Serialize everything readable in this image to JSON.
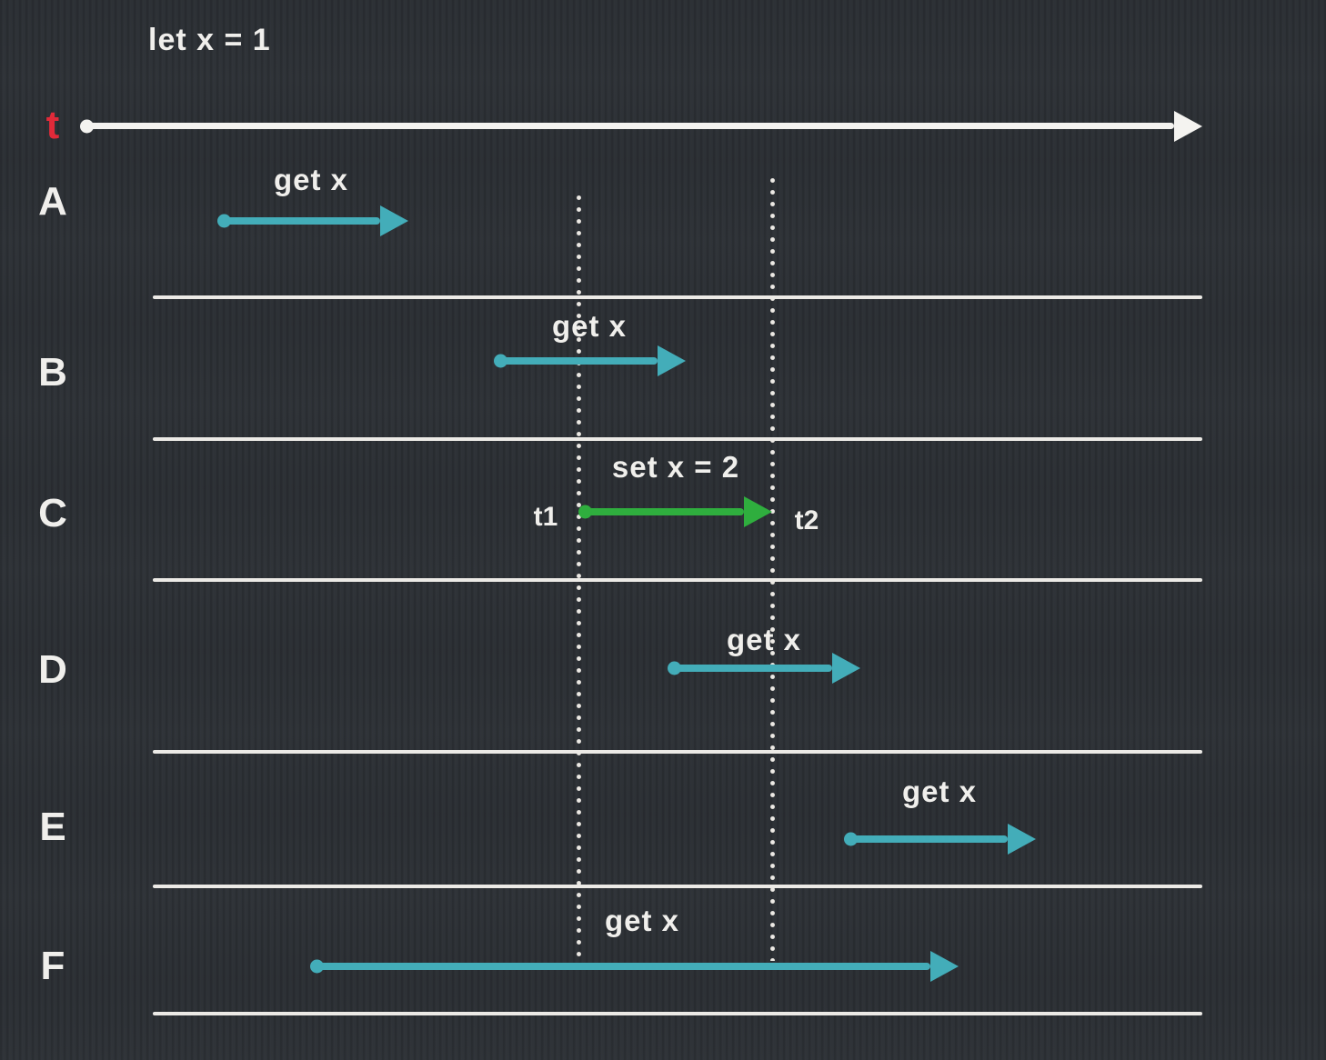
{
  "title": "let x = 1",
  "colors": {
    "background": "#2d3136",
    "line_white": "#f4f3f0",
    "read_teal": "#43adb9",
    "write_green": "#2fae3e",
    "timeline_red": "#e12a39"
  },
  "timeline": {
    "label": "t"
  },
  "annotations": {
    "write_start": "t1",
    "write_end": "t2"
  },
  "rows": [
    {
      "label": "A",
      "op": "get x",
      "kind": "read"
    },
    {
      "label": "B",
      "op": "get x",
      "kind": "read"
    },
    {
      "label": "C",
      "op": "set x = 2",
      "kind": "write"
    },
    {
      "label": "D",
      "op": "get x",
      "kind": "read"
    },
    {
      "label": "E",
      "op": "get x",
      "kind": "read"
    },
    {
      "label": "F",
      "op": "get x",
      "kind": "read"
    }
  ]
}
